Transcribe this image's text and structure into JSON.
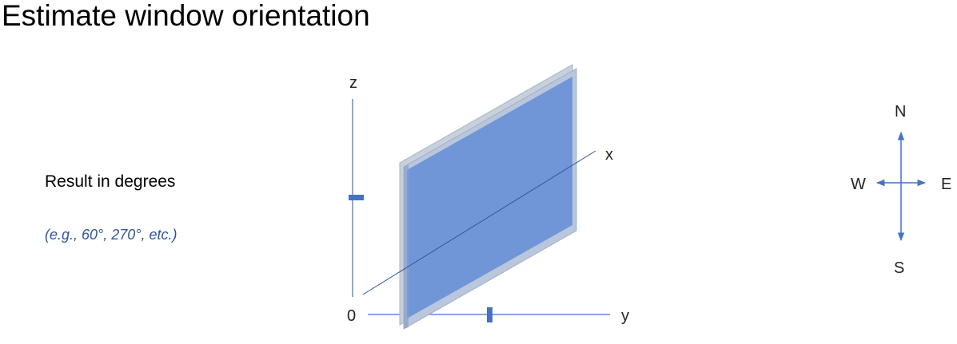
{
  "title": "Estimate window orientation",
  "result": {
    "label": "Result in degrees",
    "example": "(e.g., 60°, 270°, etc.)"
  },
  "axes": {
    "z_label": "z",
    "x_label": "x",
    "y_label": "y",
    "origin_label": "0"
  },
  "compass": {
    "north": "N",
    "south": "S",
    "east": "E",
    "west": "W"
  },
  "colors": {
    "pane_fill": "#7096d8",
    "frame_fill": "#c8d0dc",
    "axis_line": "#4472c4",
    "hint_text": "#2f5597"
  }
}
